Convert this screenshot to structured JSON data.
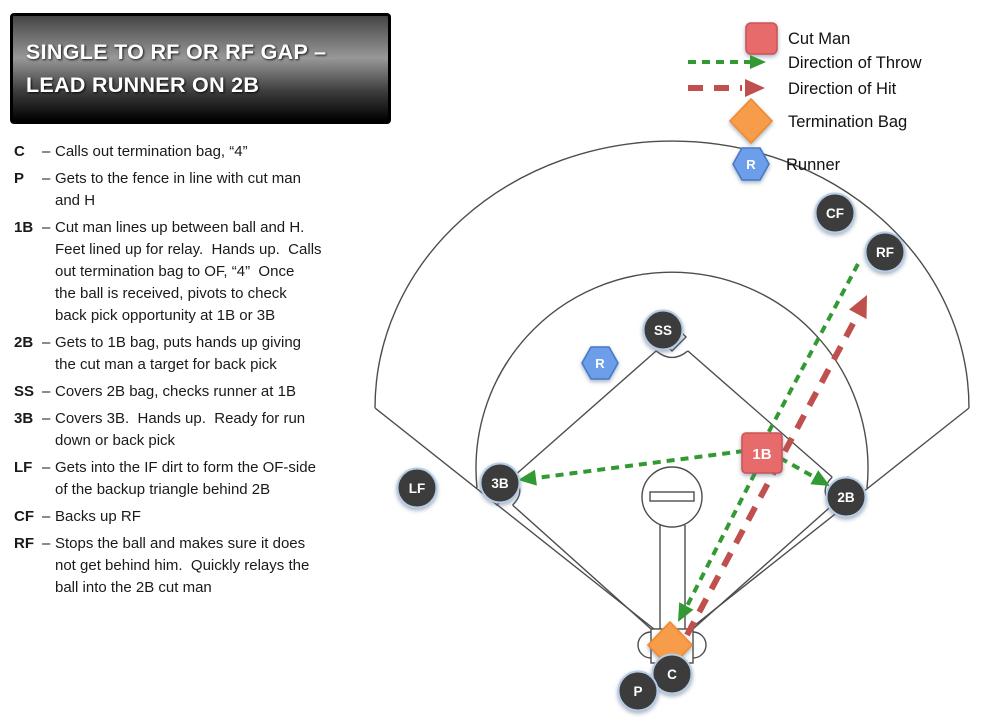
{
  "title": {
    "line1": "SINGLE TO RF OR RF GAP –",
    "line2": "LEAD RUNNER ON 2B"
  },
  "separator": "–",
  "assignments": [
    {
      "label": "C",
      "text": "Calls out termination bag, “4”"
    },
    {
      "label": "P",
      "text": "Gets to the fence in line with cut man\nand H"
    },
    {
      "label": "1B",
      "text": "Cut man lines up between ball and H.\nFeet lined up for relay.  Hands up.  Calls\nout termination bag to OF, “4”  Once\nthe ball is received, pivots to check\nback pick opportunity at 1B or 3B"
    },
    {
      "label": "2B",
      "text": "Gets to 1B bag, puts hands up giving\nthe cut man a target for back pick"
    },
    {
      "label": "SS",
      "text": "Covers 2B bag, checks runner at 1B"
    },
    {
      "label": "3B",
      "text": "Covers 3B.  Hands up.  Ready for run\ndown or back pick"
    },
    {
      "label": "LF",
      "text": "Gets into the IF dirt to form the OF-side\nof the backup triangle behind 2B"
    },
    {
      "label": "CF",
      "text": "Backs up RF"
    },
    {
      "label": "RF",
      "text": "Stops the ball and makes sure it does\nnot get behind him.  Quickly relays the\nball into the 2B cut man"
    }
  ],
  "legend": {
    "cut_man": "Cut Man",
    "direction_of_throw": "Direction of Throw",
    "direction_of_hit": "Direction of Hit",
    "termination_bag": "Termination Bag",
    "runner": "Runner"
  },
  "field": {
    "labels": {
      "catcher": "C",
      "pitcher": "P",
      "cut_man": "1B",
      "second_base": "2B",
      "shortstop": "SS",
      "third_base": "3B",
      "left_field": "LF",
      "center_field": "CF",
      "right_field": "RF",
      "runner": "R"
    }
  },
  "colors": {
    "throw_green": "#339a33",
    "hit_red": "#c0504d",
    "termination_orange": "#f79c4a",
    "runner_blue": "#6d9eea",
    "cut_man_red": "#e86b6b",
    "player_dark": "#3c3c3c",
    "line_gray": "#4d4d4d"
  }
}
